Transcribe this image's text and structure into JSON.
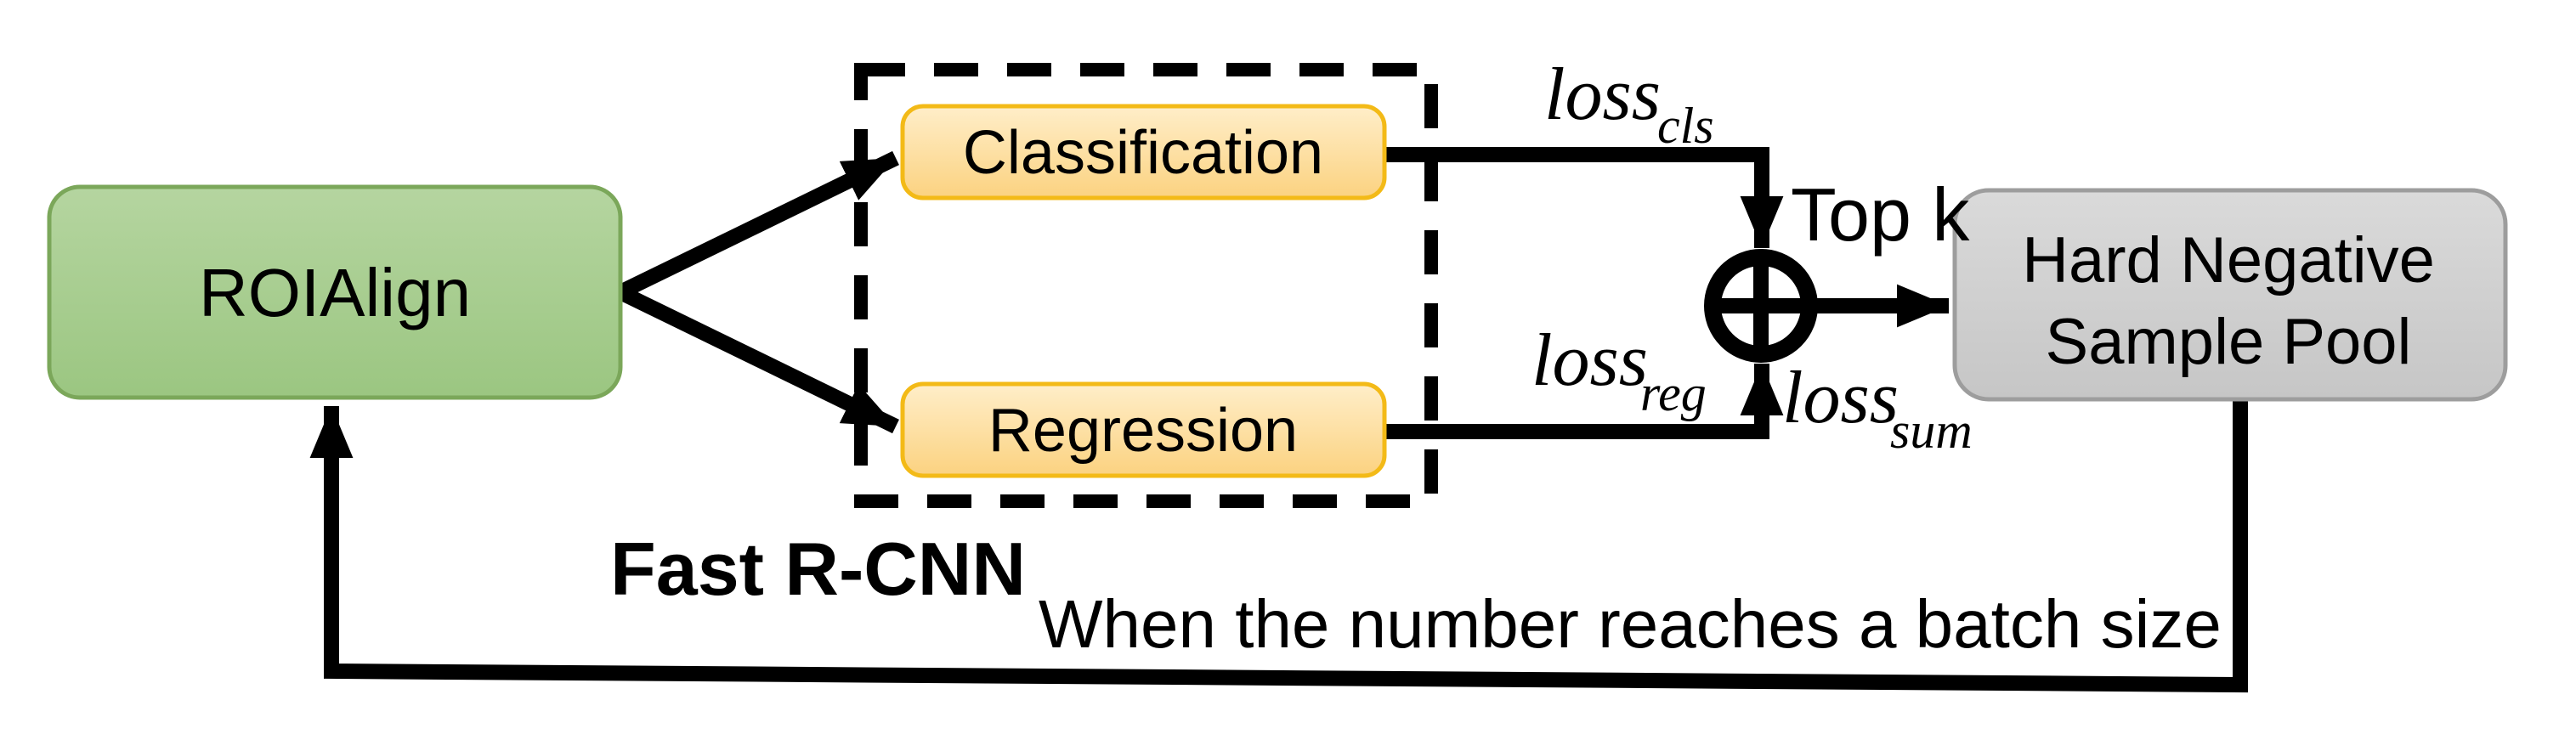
{
  "figure": {
    "background": "#ffffff",
    "nodes": {
      "roialign": {
        "label": "ROIAlign"
      },
      "classification": {
        "label": "Classification"
      },
      "regression": {
        "label": "Regression"
      },
      "pool": {
        "line1": "Hard Negative",
        "line2": "Sample Pool"
      }
    },
    "group_label": "Fast R-CNN",
    "labels": {
      "loss_cls": {
        "base": "loss",
        "sub": "cls"
      },
      "loss_reg": {
        "base": "loss",
        "sub": "reg"
      },
      "loss_sum": {
        "base": "loss",
        "sub": "sum"
      },
      "top_k": "Top k",
      "feedback": "When the number reaches a batch size"
    },
    "colors": {
      "roialign_fill_top": "#b5d5a0",
      "roialign_fill_bottom": "#9bc681",
      "roialign_border": "#7ba75a",
      "branch_fill_top": "#ffeec9",
      "branch_fill_bottom": "#fbd280",
      "branch_border": "#f3ba17",
      "pool_fill_top": "#dadada",
      "pool_fill_bottom": "#c6c6c6",
      "pool_border": "#9d9d9d",
      "line": "#000000",
      "text": "#000000"
    }
  }
}
